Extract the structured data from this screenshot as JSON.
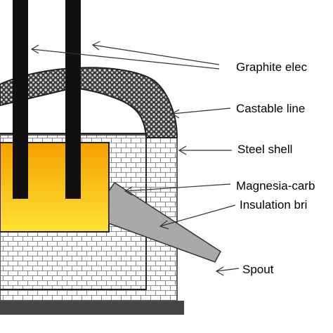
{
  "labels": {
    "graphite_electrodes": "Graphite elec",
    "castable_lined_roof": "Castable line",
    "steel_shell": "Steel shell",
    "magnesia_carbon": "Magnesia-carb",
    "insulation_bricks": "Insulation bri",
    "spout": "Spout"
  },
  "colors": {
    "molten_metal_top": "#f5a000",
    "molten_metal_bottom": "#ffe233",
    "electrode": "#111111",
    "spout": "#a9a9a9",
    "base": "#444444",
    "brick_line": "#8a8a8a"
  }
}
